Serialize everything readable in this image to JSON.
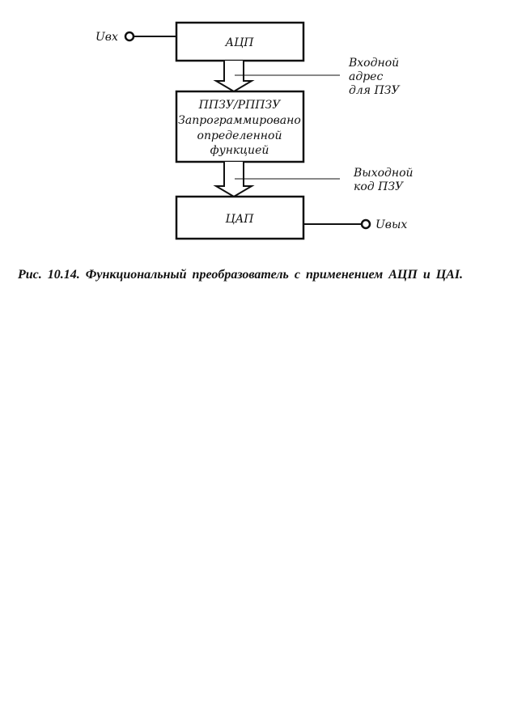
{
  "diagram": {
    "input_label": "Uвх",
    "output_label": "Uвых",
    "adc_block": "АЦП",
    "memory_block": {
      "line1": "ППЗУ/РППЗУ",
      "line2": "Запрограммировано",
      "line3": "определенной",
      "line4": "функцией"
    },
    "dac_block": "ЦАП",
    "input_address_label": [
      "Входной",
      "адрес",
      "для  ПЗУ"
    ],
    "output_code_label": [
      "Выходной",
      "код  ПЗУ"
    ]
  },
  "caption": "Рис. 10.14. Функциональный преобразователь с применением АЦП и ЦАI."
}
